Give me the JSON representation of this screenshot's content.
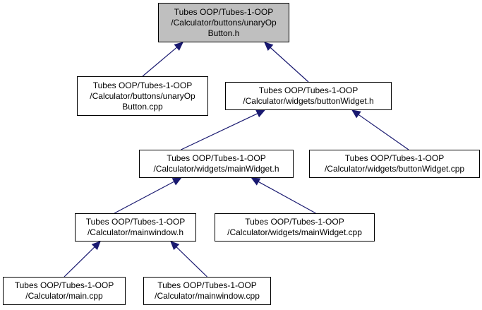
{
  "diagram": {
    "colors": {
      "edge": "#191970",
      "node_border": "#000000",
      "node_fill": "#ffffff",
      "current_fill": "#bfbfbf"
    },
    "nodes": {
      "unary_op_h": {
        "lines": [
          "Tubes OOP/Tubes-1-OOP",
          "/Calculator/buttons/unaryOp",
          "Button.h"
        ],
        "current": true
      },
      "unary_op_cpp": {
        "lines": [
          "Tubes OOP/Tubes-1-OOP",
          "/Calculator/buttons/unaryOp",
          "Button.cpp"
        ]
      },
      "button_widget_h": {
        "lines": [
          "Tubes OOP/Tubes-1-OOP",
          "/Calculator/widgets/buttonWidget.h"
        ]
      },
      "main_widget_h": {
        "lines": [
          "Tubes OOP/Tubes-1-OOP",
          "/Calculator/widgets/mainWidget.h"
        ]
      },
      "button_widget_cpp": {
        "lines": [
          "Tubes OOP/Tubes-1-OOP",
          "/Calculator/widgets/buttonWidget.cpp"
        ]
      },
      "mainwindow_h": {
        "lines": [
          "Tubes OOP/Tubes-1-OOP",
          "/Calculator/mainwindow.h"
        ]
      },
      "main_widget_cpp": {
        "lines": [
          "Tubes OOP/Tubes-1-OOP",
          "/Calculator/widgets/mainWidget.cpp"
        ]
      },
      "main_cpp": {
        "lines": [
          "Tubes OOP/Tubes-1-OOP",
          "/Calculator/main.cpp"
        ]
      },
      "mainwindow_cpp": {
        "lines": [
          "Tubes OOP/Tubes-1-OOP",
          "/Calculator/mainwindow.cpp"
        ]
      }
    },
    "edges": [
      {
        "from": "unary_op_cpp",
        "to": "unary_op_h"
      },
      {
        "from": "button_widget_h",
        "to": "unary_op_h"
      },
      {
        "from": "main_widget_h",
        "to": "button_widget_h"
      },
      {
        "from": "button_widget_cpp",
        "to": "button_widget_h"
      },
      {
        "from": "mainwindow_h",
        "to": "main_widget_h"
      },
      {
        "from": "main_widget_cpp",
        "to": "main_widget_h"
      },
      {
        "from": "main_cpp",
        "to": "mainwindow_h"
      },
      {
        "from": "mainwindow_cpp",
        "to": "mainwindow_h"
      }
    ]
  }
}
